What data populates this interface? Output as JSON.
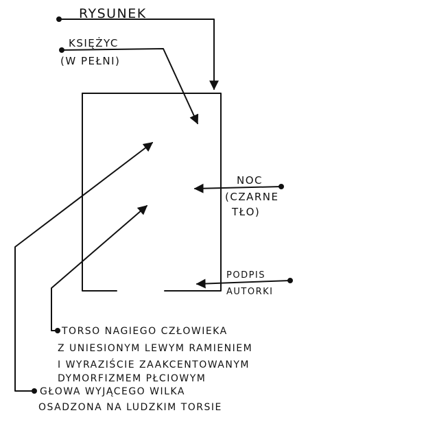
{
  "labels": {
    "rysunek": "RYSUNEK",
    "ksiezyc_line1": "KSIĘŻYC",
    "ksiezyc_line2": "(W PEŁNI)",
    "noc_line1": "NOC",
    "noc_line2": "(CZARNE",
    "noc_line3": "TŁO)",
    "podpis_line1": "PODPIS",
    "podpis_line2": "AUTORKI",
    "torso_line1": "TORSO NAGIEGO CZŁOWIEKA",
    "torso_line2": "Z UNIESIONYM LEWYM RAMIENIEM",
    "torso_line3": "I WYRAZIŚCIE ZAAKCENTOWANYM",
    "torso_line4": "DYMORFIZMEM PŁCIOWYM",
    "glowa_line1": "GŁOWA WYJĄCEGO WILKA",
    "glowa_line2": "OSADZONA NA LUDZKIM TORSIE"
  },
  "colors": {
    "ink": "#111111",
    "paper": "#ffffff"
  }
}
